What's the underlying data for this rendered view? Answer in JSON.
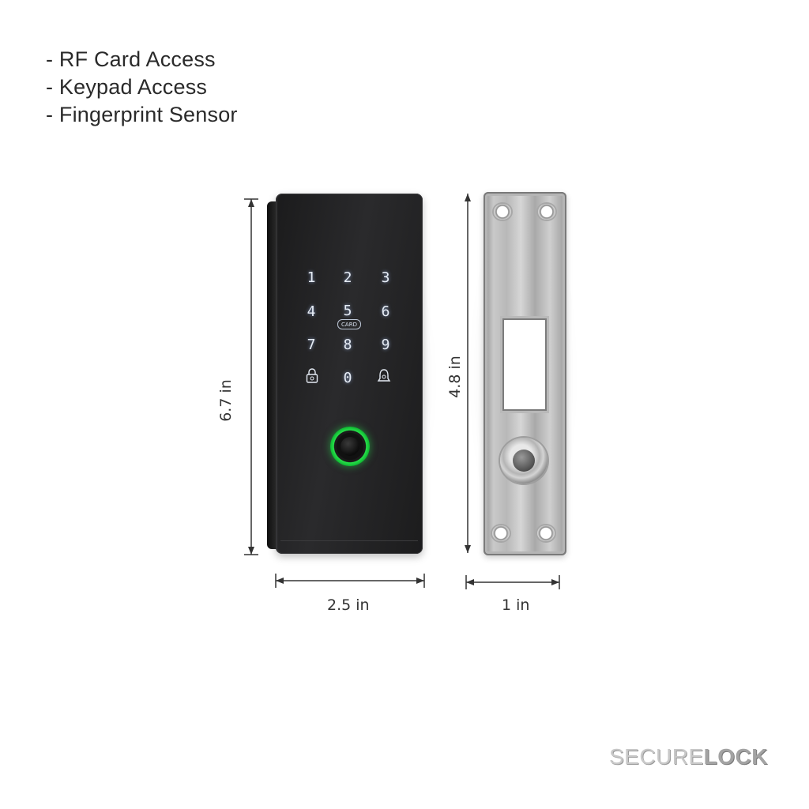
{
  "features": [
    "- RF Card Access",
    "- Keypad Access",
    "- Fingerprint Sensor"
  ],
  "dimensions": {
    "lock_height": "6.7 in",
    "lock_width": "2.5 in",
    "plate_height": "4.8 in",
    "plate_width": "1 in"
  },
  "keypad": {
    "keys": [
      "1",
      "2",
      "3",
      "4",
      "5",
      "6",
      "7",
      "8",
      "9",
      "0"
    ],
    "card_label": "CARD"
  },
  "brand": {
    "light": "SECURE",
    "bold": "LOCK"
  },
  "colors": {
    "fingerprint_ring": "#27e04a",
    "lock_body": "#1f1f20",
    "plate": "#bdbdbd"
  }
}
